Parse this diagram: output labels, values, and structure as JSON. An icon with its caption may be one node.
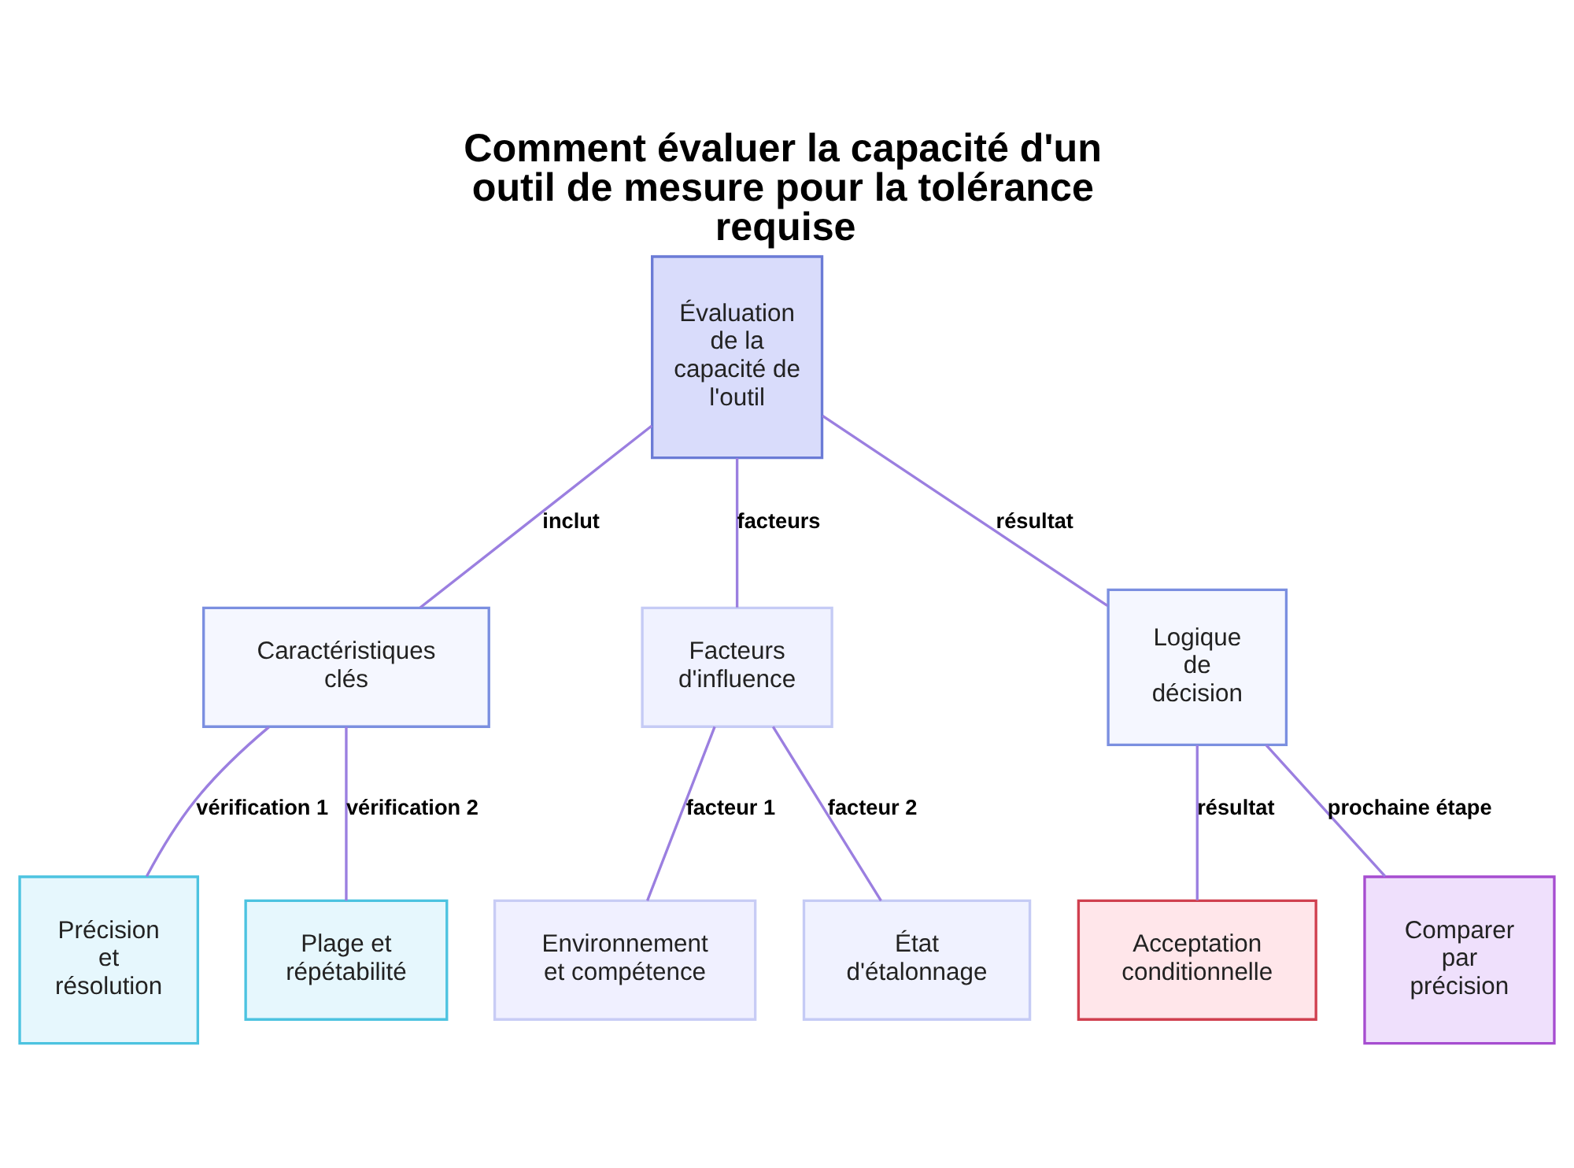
{
  "diagram": {
    "title": "Comment évaluer la capacité d'un outil de mesure pour la tolérance requise",
    "nodes": [
      {
        "text": [
          "Évaluation de la capacité de l'outil"
        ]
      },
      {
        "text": [
          "Caractéristiques clés"
        ]
      },
      {
        "text": [
          "Facteurs d'influence"
        ]
      },
      {
        "text": [
          "Logique de décision"
        ]
      },
      {
        "text": [
          "Précision et résolution"
        ]
      },
      {
        "text": [
          "Plage et répétabilité"
        ]
      },
      {
        "text": [
          "Environnement et compétence"
        ]
      },
      {
        "text": [
          "État d'étalonnage"
        ]
      },
      {
        "text": [
          "Acceptation conditionnelle"
        ]
      },
      {
        "text": [
          "Comparer par précision"
        ]
      }
    ],
    "edges": [
      {
        "from": 0,
        "to": 1,
        "arrow": "none",
        "label": "inclut"
      },
      {
        "from": 0,
        "to": 2,
        "arrow": "none",
        "label": "facteurs"
      },
      {
        "from": 0,
        "to": 3,
        "arrow": "none",
        "label": "résultat"
      },
      {
        "from": 1,
        "to": 4,
        "arrow": "none",
        "label": "vérification 1"
      },
      {
        "from": 1,
        "to": 5,
        "arrow": "none",
        "label": "vérification 2"
      },
      {
        "from": 2,
        "to": 6,
        "arrow": "none",
        "label": "facteur 1"
      },
      {
        "from": 2,
        "to": 7,
        "arrow": "none",
        "label": "facteur 2"
      },
      {
        "from": 3,
        "to": 8,
        "arrow": "none",
        "label": "résultat"
      },
      {
        "from": 3,
        "to": 9,
        "arrow": "none",
        "label": "prochaine étape"
      }
    ]
  }
}
